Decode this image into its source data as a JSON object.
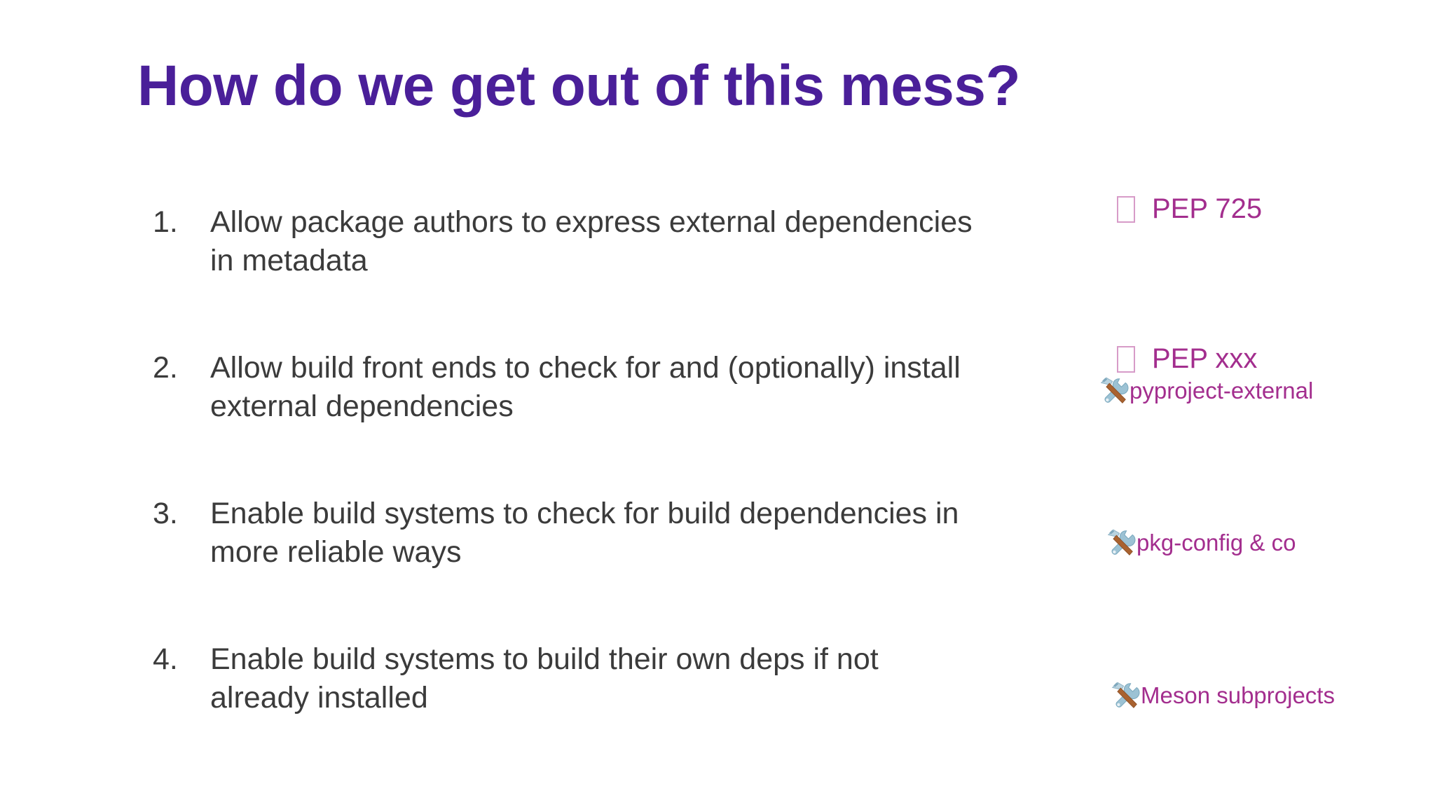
{
  "slide": {
    "title": "How do we get out of this mess?",
    "title_color": "#4a1f99",
    "body_color": "#3b3b3b",
    "accent_color": "#a32e8e",
    "background": "#ffffff"
  },
  "items": [
    {
      "number": "1.",
      "text": "Allow package authors to express external dependencies in metadata"
    },
    {
      "number": "2.",
      "text": "Allow build front ends to check for and (optionally) install external dependencies"
    },
    {
      "number": "3.",
      "text": "Enable build systems to check for build dependencies in more reliable ways"
    },
    {
      "number": "4.",
      "text": "Enable build systems to build their own deps if not already installed"
    }
  ],
  "notes": {
    "row1": [
      {
        "icon": "tofu-box-icon",
        "label": "PEP 725",
        "style": "pep"
      }
    ],
    "row2": [
      {
        "icon": "tofu-box-icon",
        "label": "PEP xxx",
        "style": "pep"
      },
      {
        "icon": "hammer-and-wrench-icon",
        "label": "pyproject-external",
        "style": "tool"
      }
    ],
    "row3": [
      {
        "icon": "hammer-and-wrench-icon",
        "label": "pkg-config & co",
        "style": "tool"
      }
    ],
    "row4": [
      {
        "icon": "hammer-and-wrench-icon",
        "label": "Meson subprojects",
        "style": "tool"
      }
    ]
  }
}
